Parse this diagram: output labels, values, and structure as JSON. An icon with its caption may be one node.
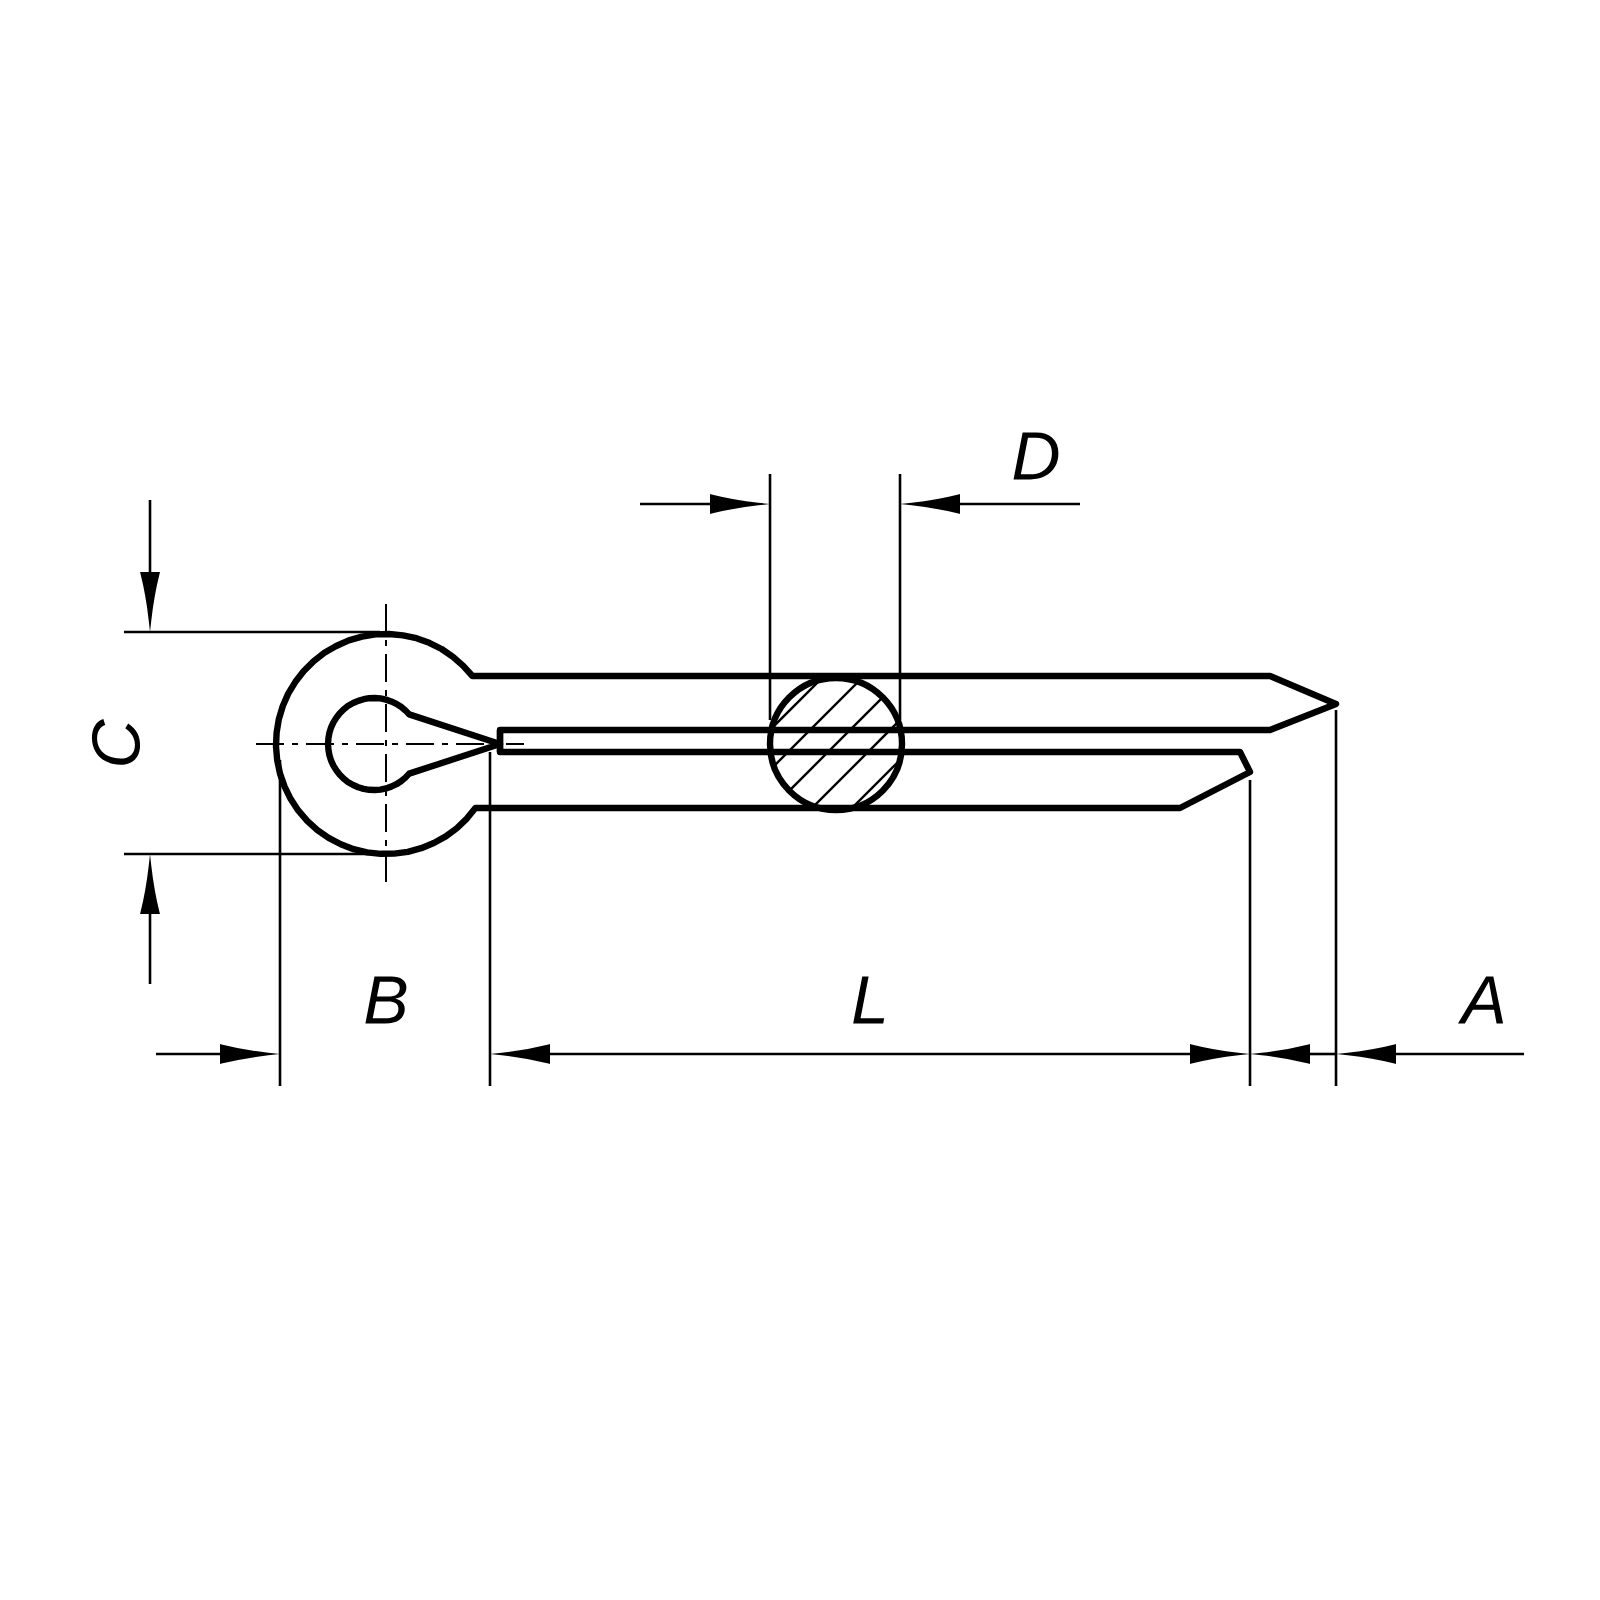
{
  "diagram": {
    "labels": [
      "D",
      "C",
      "B",
      "L",
      "A"
    ]
  }
}
